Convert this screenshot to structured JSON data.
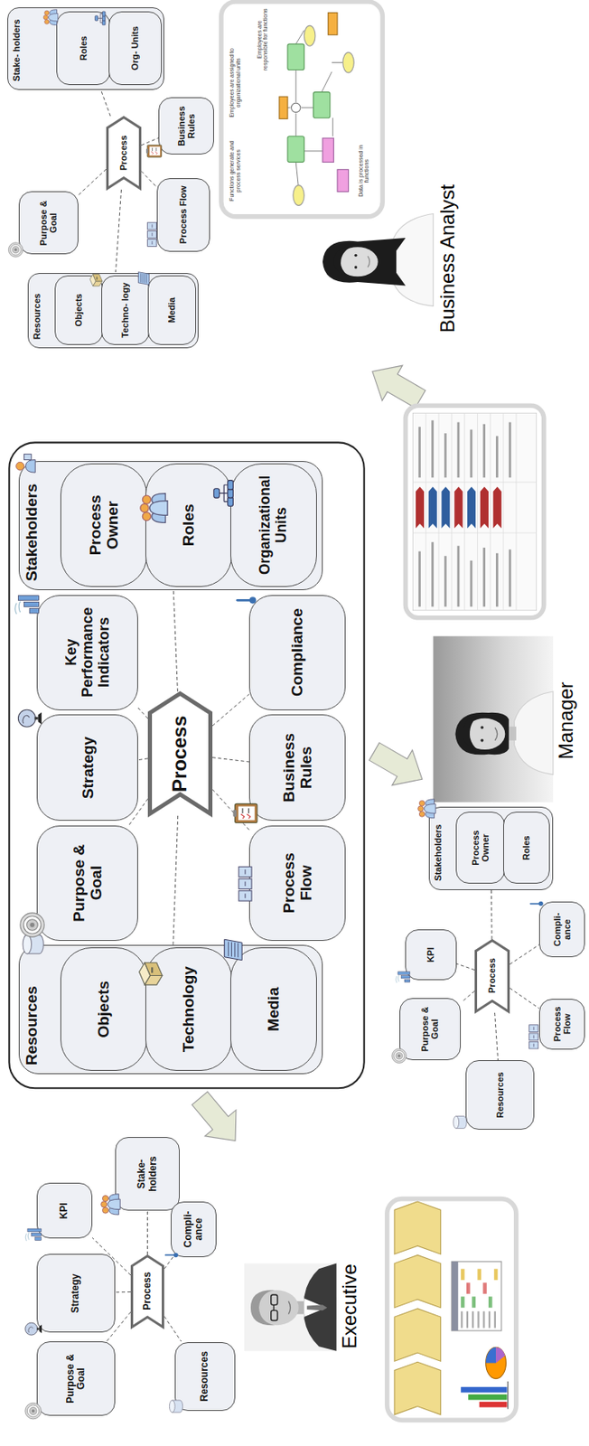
{
  "diagram": {
    "nodes": [
      {
        "text": [
          "Resources"
        ]
      },
      {
        "text": [
          "Objects"
        ],
        "in": 0
      },
      {
        "text": [
          "Technology"
        ],
        "in": 0
      },
      {
        "text": [
          "Media"
        ],
        "in": 0
      },
      {
        "text": [
          "Purpose & Goal"
        ]
      },
      {
        "text": [
          "Strategy"
        ]
      },
      {
        "text": [
          "Key Performance Indicators"
        ]
      },
      {
        "text": [
          "Stakeholders"
        ]
      },
      {
        "text": [
          "Process Owner"
        ],
        "in": 7
      },
      {
        "text": [
          "Roles"
        ],
        "in": 7
      },
      {
        "text": [
          "Organizational Units"
        ],
        "in": 7
      },
      {
        "text": [
          "Process"
        ]
      },
      {
        "text": [
          "Process Flow"
        ]
      },
      {
        "text": [
          "Business Rules"
        ]
      },
      {
        "text": [
          "Compliance"
        ]
      },
      {
        "text": [
          "Purpose & Goal"
        ]
      },
      {
        "text": [
          "Strategy"
        ]
      },
      {
        "text": [
          "KPI"
        ]
      },
      {
        "text": [
          "Stake- holders"
        ]
      },
      {
        "text": [
          "Process"
        ]
      },
      {
        "text": [
          "Compli- ance"
        ]
      },
      {
        "text": [
          "Resources"
        ]
      },
      {
        "text": [
          "Resources"
        ]
      },
      {
        "text": [
          "Purpose & Goal"
        ]
      },
      {
        "text": [
          "KPI"
        ]
      },
      {
        "text": [
          "Process"
        ]
      },
      {
        "text": [
          "Stakeholders"
        ]
      },
      {
        "text": [
          "Process Owner"
        ],
        "in": 26
      },
      {
        "text": [
          "Roles"
        ],
        "in": 26
      },
      {
        "text": [
          "Compli- ance"
        ]
      },
      {
        "text": [
          "Process Flow"
        ]
      },
      {
        "text": [
          "Resources"
        ]
      },
      {
        "text": [
          "Objects"
        ],
        "in": 31
      },
      {
        "text": [
          "Techno- logy"
        ],
        "in": 31
      },
      {
        "text": [
          "Media"
        ],
        "in": 31
      },
      {
        "text": [
          "Purpose & Goal"
        ]
      },
      {
        "text": [
          "Process"
        ]
      },
      {
        "text": [
          "Process Flow"
        ]
      },
      {
        "text": [
          "Business Rules"
        ]
      },
      {
        "text": [
          "Stake- holders"
        ]
      },
      {
        "text": [
          "Roles"
        ],
        "in": 39
      },
      {
        "text": [
          "Org- Units"
        ],
        "in": 39
      }
    ],
    "edges": [
      {
        "from": 11,
        "to": 0,
        "arrow": "none"
      },
      {
        "from": 11,
        "to": 4,
        "arrow": "none"
      },
      {
        "from": 11,
        "to": 5,
        "arrow": "none"
      },
      {
        "from": 11,
        "to": 6,
        "arrow": "none"
      },
      {
        "from": 11,
        "to": 7,
        "arrow": "none"
      },
      {
        "from": 11,
        "to": 12,
        "arrow": "none"
      },
      {
        "from": 11,
        "to": 13,
        "arrow": "none"
      },
      {
        "from": 11,
        "to": 14,
        "arrow": "none"
      },
      {
        "from": 19,
        "to": 15,
        "arrow": "none"
      },
      {
        "from": 19,
        "to": 16,
        "arrow": "none"
      },
      {
        "from": 19,
        "to": 17,
        "arrow": "none"
      },
      {
        "from": 19,
        "to": 18,
        "arrow": "none"
      },
      {
        "from": 19,
        "to": 20,
        "arrow": "none"
      },
      {
        "from": 19,
        "to": 21,
        "arrow": "none"
      },
      {
        "from": 25,
        "to": 22,
        "arrow": "none"
      },
      {
        "from": 25,
        "to": 23,
        "arrow": "none"
      },
      {
        "from": 25,
        "to": 24,
        "arrow": "none"
      },
      {
        "from": 25,
        "to": 26,
        "arrow": "none"
      },
      {
        "from": 25,
        "to": 29,
        "arrow": "none"
      },
      {
        "from": 25,
        "to": 30,
        "arrow": "none"
      },
      {
        "from": 36,
        "to": 31,
        "arrow": "none"
      },
      {
        "from": 36,
        "to": 35,
        "arrow": "none"
      },
      {
        "from": 36,
        "to": 37,
        "arrow": "none"
      },
      {
        "from": 36,
        "to": 38,
        "arrow": "none"
      },
      {
        "from": 36,
        "to": 39,
        "arrow": "none"
      }
    ],
    "labels": [
      "Executive",
      "Manager",
      "Business Analyst",
      "Functions generate and process services",
      "Employees are assigned to organizational units",
      "Employees are responsible for functions",
      "Data is processed in functions"
    ]
  }
}
